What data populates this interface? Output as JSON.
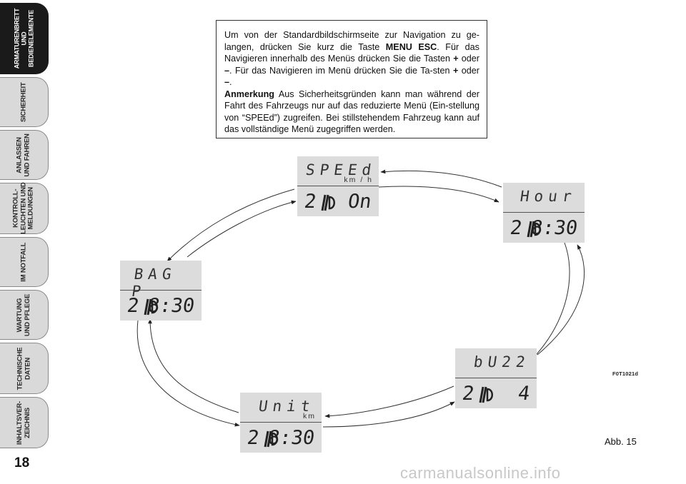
{
  "sidebar": {
    "tabs": [
      {
        "label": "ARMATURENBRETT\nUND\nBEDIENELEMENTE",
        "active": true
      },
      {
        "label": "SICHERHEIT",
        "active": false
      },
      {
        "label": "ANLASSEN\nUND FAHREN",
        "active": false
      },
      {
        "label": "KONTROLL-\nLEUCHTEN UND\nMELDUNGEN",
        "active": false
      },
      {
        "label": "IM NOTFALL",
        "active": false
      },
      {
        "label": "WARTUNG\nUND PFLEGE",
        "active": false
      },
      {
        "label": "TECHNISCHE\nDATEN",
        "active": false
      },
      {
        "label": "INHALTSVER-\nZEICHNIS",
        "active": false
      }
    ]
  },
  "page_number": "18",
  "infobox": {
    "p1_a": "Um von der Standardbildschirmseite zur Navigation zu ge-langen, drücken Sie kurz die Taste ",
    "p1_key": "MENU ESC",
    "p1_b": ". Für das Navigieren innerhalb des Menüs drücken Sie die Tasten ",
    "p1_plus": "+",
    "p1_c": " oder ",
    "p1_minus": "–",
    "p1_d": ". Für das Navigieren im Menü drücken Sie die Ta-sten ",
    "p1_plus2": "+",
    "p1_e": " oder ",
    "p1_minus2": "–",
    "p1_f": ".",
    "note_label": "Anmerkung",
    "note_text": " Aus Sicherheitsgründen kann man während der Fahrt des Fahrzeugs nur auf das reduzierte Menü (Ein-stellung von “SPEEd”) zugreifen. Bei stillstehendem Fahrzeug kann auf das vollständige Menü zugegriffen werden."
  },
  "displays": {
    "speed": {
      "title": "SPEEd",
      "unit": "km / h",
      "left": "2",
      "right": "On"
    },
    "hour": {
      "title": "Hour",
      "unit": "",
      "left": "2",
      "right": "8:30"
    },
    "bag": {
      "title": "BAG P",
      "unit": "",
      "left": "2",
      "right": "8:30"
    },
    "buzz": {
      "title": "bU22",
      "unit": "",
      "left": "2",
      "right": "4"
    },
    "unit": {
      "title": "Unit",
      "unit": "km",
      "left": "2",
      "right": "8:30"
    }
  },
  "figure": {
    "ref_code": "F0T1021d",
    "caption": "Abb. 15"
  },
  "watermark": "carmanualsonline.info",
  "colors": {
    "lcd_bg": "#dcdcdc",
    "tab_bg": "#d9d9d9",
    "tab_active_bg": "#1a1a1a"
  }
}
